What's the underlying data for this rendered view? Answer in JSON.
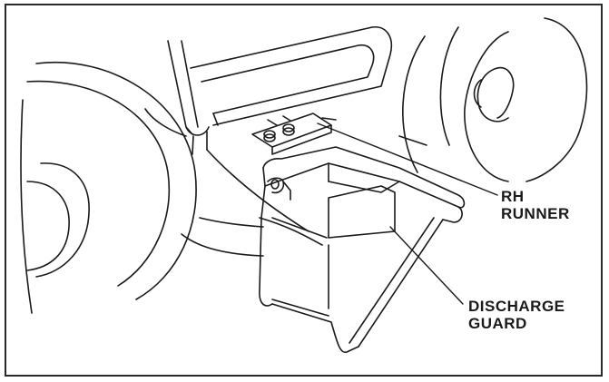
{
  "labels": {
    "rh_runner": {
      "line1": "RH",
      "line2": "RUNNER"
    },
    "discharge_guard": {
      "line1": "DISCHARGE",
      "line2": "GUARD"
    }
  },
  "colors": {
    "ink": "#1a1a1a",
    "paper": "#ffffff",
    "frame": "#2a2a2a"
  }
}
